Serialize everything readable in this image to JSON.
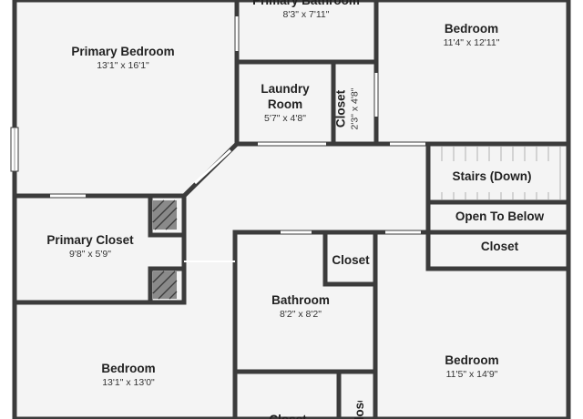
{
  "colors": {
    "wall": "#3b3b3b",
    "floor": "#f4f4f4",
    "background": "#ffffff",
    "window": "#ffffff",
    "stairs_line": "#bdbdbd",
    "hatch": "#555555"
  },
  "rooms": {
    "primary_bathroom": {
      "name": "Primary Bathroom",
      "dims": "8'3\" x 7'11\""
    },
    "bedroom_top_right": {
      "name": "Bedroom",
      "dims": "11'4\" x 12'11\""
    },
    "primary_bedroom": {
      "name": "Primary Bedroom",
      "dims": "13'1\" x 16'1\""
    },
    "laundry_room": {
      "name": "Laundry\nRoom",
      "dims": "5'7\" x 4'8\""
    },
    "closet_laundry": {
      "name": "Closet",
      "dims": "2'3\" x 4'8\""
    },
    "stairs": {
      "name": "Stairs (Down)"
    },
    "open_to_below": {
      "name": "Open To Below"
    },
    "closet_right": {
      "name": "Closet"
    },
    "primary_closet": {
      "name": "Primary Closet",
      "dims": "9'8\" x 5'9\""
    },
    "closet_hall": {
      "name": "Closet"
    },
    "bathroom": {
      "name": "Bathroom",
      "dims": "8'2\" x 8'2\""
    },
    "bedroom_bottom_left": {
      "name": "Bedroom",
      "dims": "13'1\" x 13'0\""
    },
    "bedroom_bottom_right": {
      "name": "Bedroom",
      "dims": "11'5\" x 14'9\""
    },
    "closet_bottom": {
      "name": "Closet"
    },
    "closet_bottom_vertical": {
      "name": "Closet"
    }
  }
}
